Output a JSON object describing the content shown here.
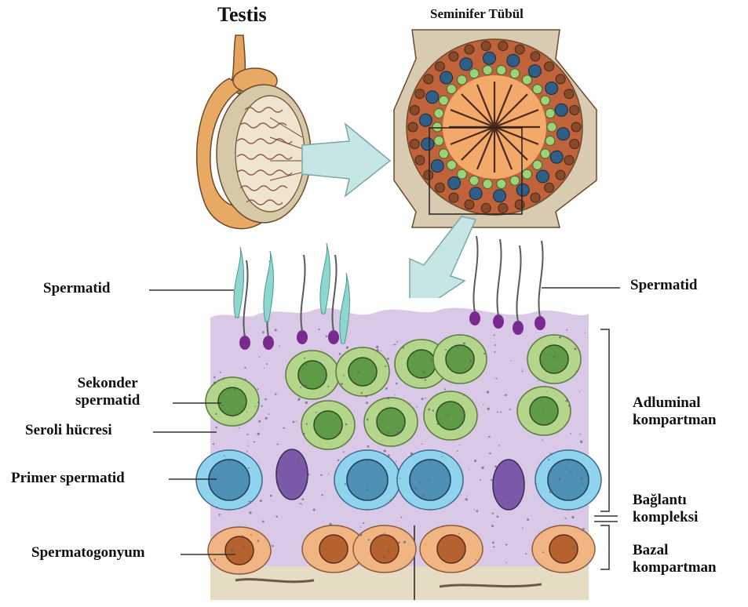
{
  "titles": {
    "testis": "Testis",
    "tubule": "Seminifer Tübül"
  },
  "labels": {
    "spermatid_left": "Spermatid",
    "spermatid_right": "Spermatid",
    "secondary_line1": "Sekonder",
    "secondary_line2": "spermatid",
    "sertoli": "Seroli hücresi",
    "primary": "Primer spermatid",
    "spermatogonium": "Spermatogonyum",
    "adluminal_line1": "Adluminal",
    "adluminal_line2": "kompartman",
    "junction_line1": "Bağlantı",
    "junction_line2": "kompleksi",
    "basal_line1": "Bazal",
    "basal_line2": "kompartman"
  },
  "colors": {
    "sertoli_cytoplasm": "#d9c8e6",
    "secondary_cell": "#b4d68c",
    "secondary_nucleus": "#5f9a47",
    "primary_cell": "#8fd3ec",
    "spermatogonium": "#f1b584",
    "spermatid_head": "#7a2a8f",
    "tubule_lumen": "#f2a96a",
    "arrow": "#c6e6e6",
    "line": "#333333"
  }
}
